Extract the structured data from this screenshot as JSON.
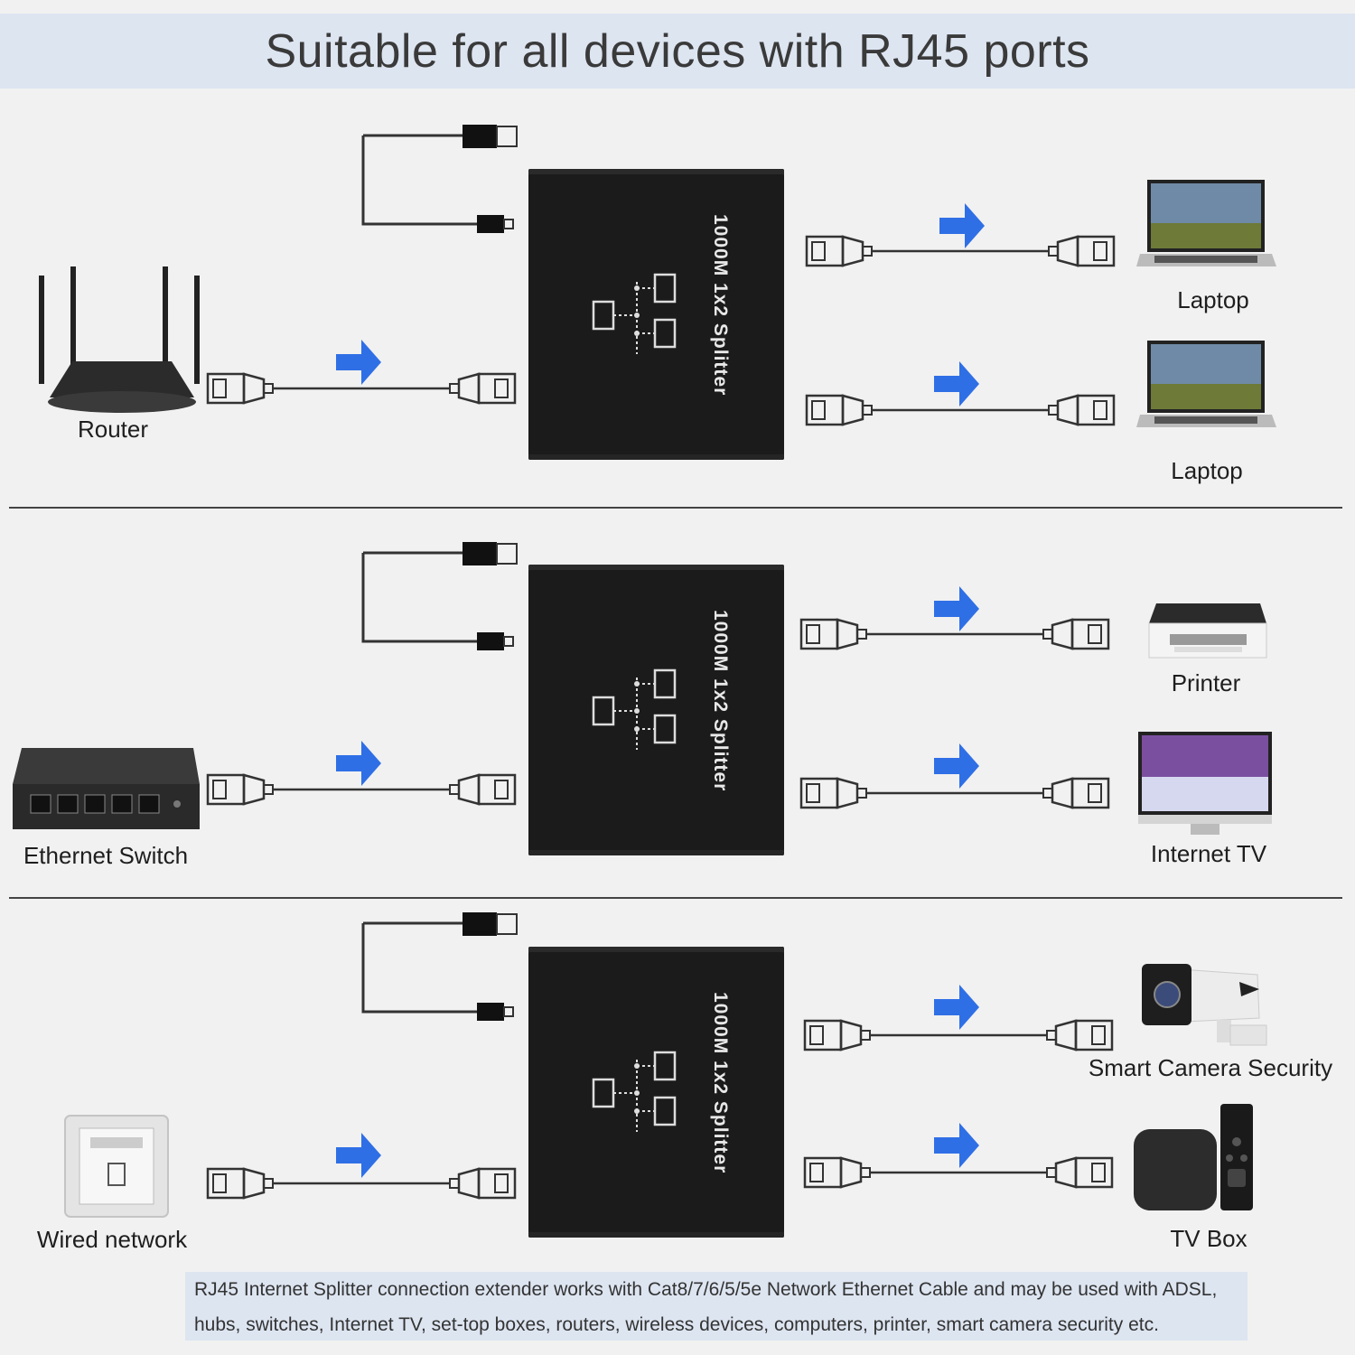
{
  "header": {
    "title": "Suitable for all devices with RJ45 ports"
  },
  "splitter": {
    "label": "1000M 1x2 Splitter"
  },
  "sections": [
    {
      "source": "Router",
      "outputs": [
        "Laptop",
        "Laptop"
      ]
    },
    {
      "source": "Ethernet Switch",
      "outputs": [
        "Printer",
        "Internet TV"
      ]
    },
    {
      "source": "Wired network",
      "outputs": [
        "Smart Camera Security",
        "TV Box"
      ]
    }
  ],
  "footer": {
    "line1": "RJ45 Internet Splitter connection extender works with Cat8/7/6/5/5e Network Ethernet Cable and may be used with ADSL,",
    "line2": "hubs, switches, Internet TV, set-top boxes, routers, wireless devices, computers, printer, smart camera security etc."
  },
  "colors": {
    "arrow": "#2f6fe6",
    "box": "#1b1b1b",
    "banner": "#dde5f1"
  },
  "icons": [
    "router-icon",
    "laptop-icon",
    "printer-icon",
    "tv-icon",
    "ethernet-switch-icon",
    "wall-socket-icon",
    "camera-icon",
    "tv-box-icon",
    "usb-cable-icon",
    "rj45-cable-icon",
    "arrow-right-icon"
  ]
}
